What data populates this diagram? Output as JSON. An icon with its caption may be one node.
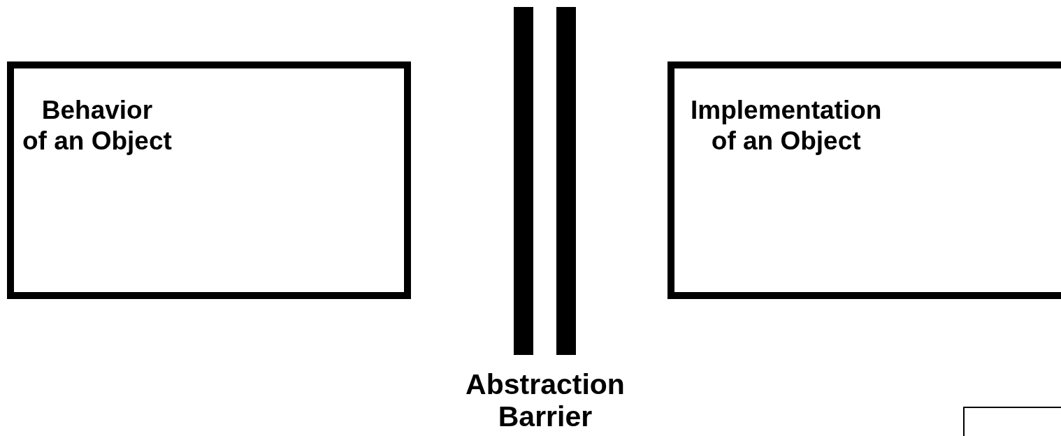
{
  "diagram": {
    "nodes": [
      {
        "text": [
          "Behavior of an Object"
        ]
      },
      {
        "text": [
          "Implementation of an Object"
        ]
      },
      {
        "text": [],
        "shape": "box"
      }
    ],
    "labels": [
      "Abstraction Barrier"
    ]
  }
}
